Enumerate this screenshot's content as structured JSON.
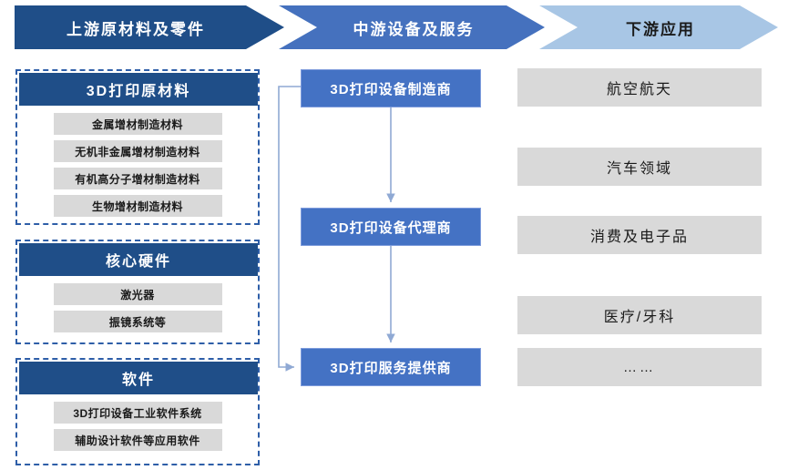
{
  "header": {
    "stages": [
      {
        "label": "上游原材料及零件",
        "color": "#1F4E88"
      },
      {
        "label": "中游设备及服务",
        "color": "#4571BE"
      },
      {
        "label": "下游应用",
        "color": "#A8C6E5"
      }
    ]
  },
  "upstream": {
    "groups": [
      {
        "title": "3D打印原材料",
        "items": [
          "金属增材制造材料",
          "无机非金属增材制造材料",
          "有机高分子增材制造材料",
          "生物增材制造材料"
        ]
      },
      {
        "title": "核心硬件",
        "items": [
          "激光器",
          "振镜系统等"
        ]
      },
      {
        "title": "软件",
        "items": [
          "3D打印设备工业软件系统",
          "辅助设计软件等应用软件"
        ]
      }
    ]
  },
  "midstream": {
    "boxes": [
      "3D打印设备制造商",
      "3D打印设备代理商",
      "3D打印服务提供商"
    ],
    "box_color": "#4472C4"
  },
  "downstream": {
    "applications": [
      "航空航天",
      "汽车领域",
      "消费及电子品",
      "医疗/牙科",
      "……"
    ],
    "chip_color": "#D9D9D9"
  },
  "style": {
    "dashed_border_color": "#2E5EA8",
    "connector_color": "#8FA9D4",
    "background": "#FFFFFF"
  }
}
